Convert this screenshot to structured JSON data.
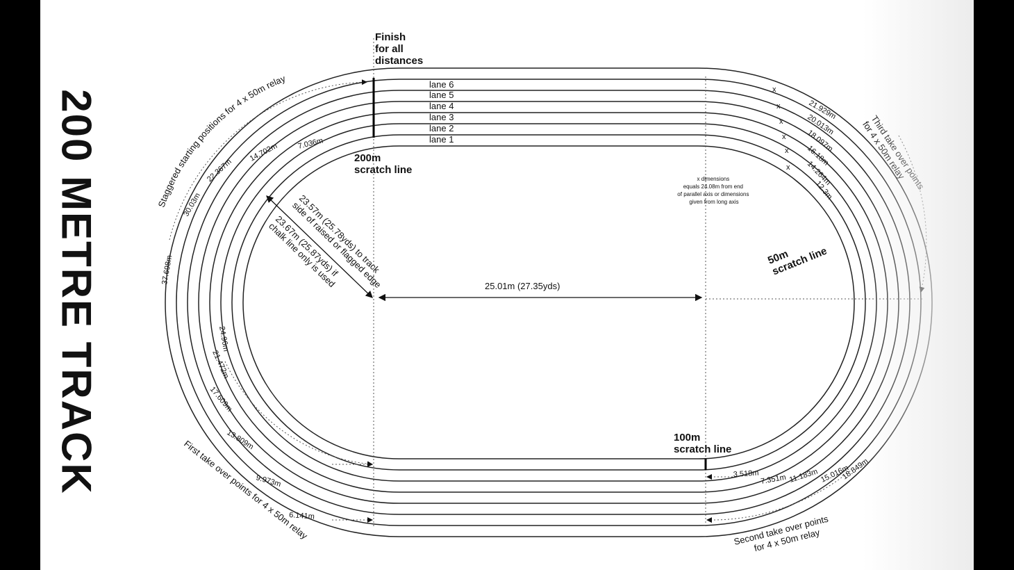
{
  "title": "200 METRE TRACK",
  "finish": [
    "Finish",
    "for all",
    "distances"
  ],
  "lanes": [
    "lane 6",
    "lane 5",
    "lane 4",
    "lane 3",
    "lane 2",
    "lane 1"
  ],
  "scratch_200": [
    "200m",
    "scratch line"
  ],
  "scratch_100": [
    "100m",
    "scratch line"
  ],
  "scratch_50": [
    "50m",
    "scratch line"
  ],
  "straight_length": "25.01m (27.35yds)",
  "radius_note_1": [
    "23.57m (25.78yds) to track",
    "side of raised or flagged edge"
  ],
  "radius_note_2": [
    "23.67m (25.87yds) if",
    "chalk line only is used"
  ],
  "x_note": [
    "x dimensions",
    "equals 24.08m from end",
    "of parallel axis or dimensions",
    "given from long axis"
  ],
  "stagger_label": "Staggered starting positions for 4 x 50m relay",
  "third_takeover": [
    "Third take over points",
    "for 4 x 50m relay"
  ],
  "first_takeover": "First take over points for 4 x 50m relay",
  "second_takeover": [
    "Second take over points",
    "for 4 x 50m relay"
  ],
  "stagger_values": [
    "7.036m",
    "14.702m",
    "22.367m",
    "30.03m",
    "37.698m"
  ],
  "third_values": [
    "21.929m",
    "20.013m",
    "18.097m",
    "16.18m",
    "14.264m",
    "12.3m"
  ],
  "first_values": [
    "24.96m",
    "21.472m",
    "17.609m",
    "13.809m",
    "9.973m",
    "6.141m"
  ],
  "second_values": [
    "3.518m",
    "7.351m",
    "11.183m",
    "15.016m",
    "18.849m"
  ],
  "x_mark": "x"
}
